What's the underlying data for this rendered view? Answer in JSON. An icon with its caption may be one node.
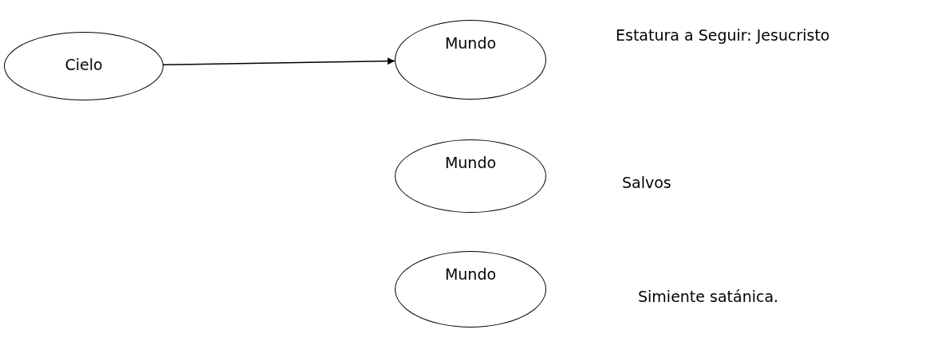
{
  "diagram": {
    "nodes": [
      {
        "text": [
          "Cielo"
        ]
      },
      {
        "text": [
          "Mundo"
        ]
      },
      {
        "text": [
          "Mundo"
        ]
      },
      {
        "text": [
          "Mundo"
        ]
      }
    ],
    "edges": [
      {
        "from": 0,
        "to": 1,
        "arrow": "to"
      }
    ],
    "labels": [
      "Estatura a Seguir: Jesucristo",
      "Salvos",
      "Simiente satánica."
    ]
  }
}
